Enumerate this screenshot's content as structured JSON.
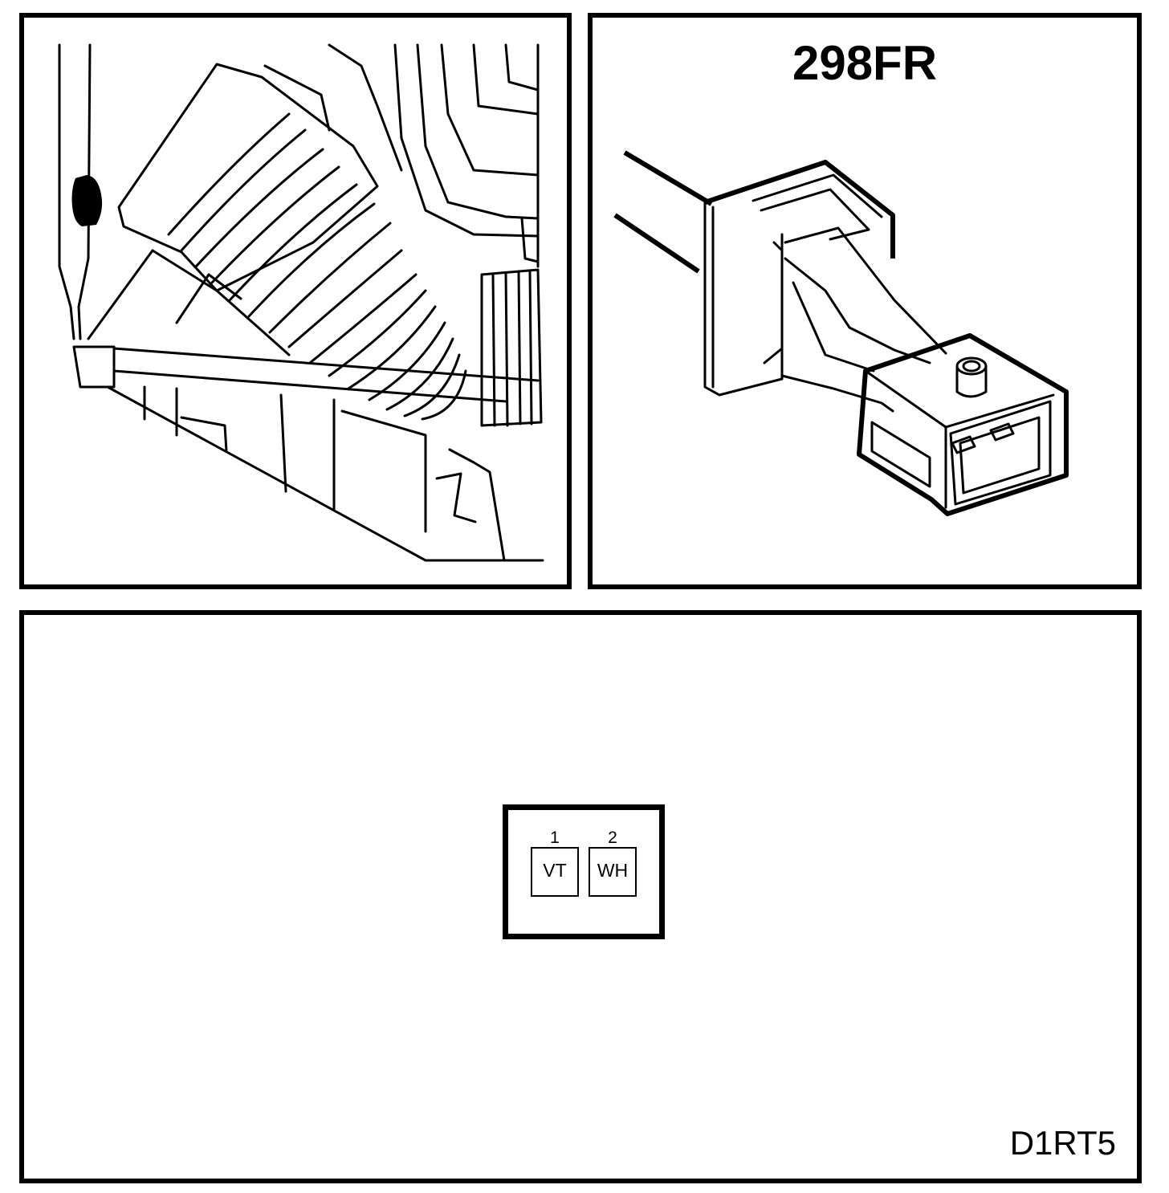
{
  "connector": {
    "code": "298FR"
  },
  "diagram": {
    "id": "D1RT5"
  },
  "pinout": {
    "pins": [
      {
        "number": "1",
        "color": "VT"
      },
      {
        "number": "2",
        "color": "WH"
      }
    ]
  }
}
